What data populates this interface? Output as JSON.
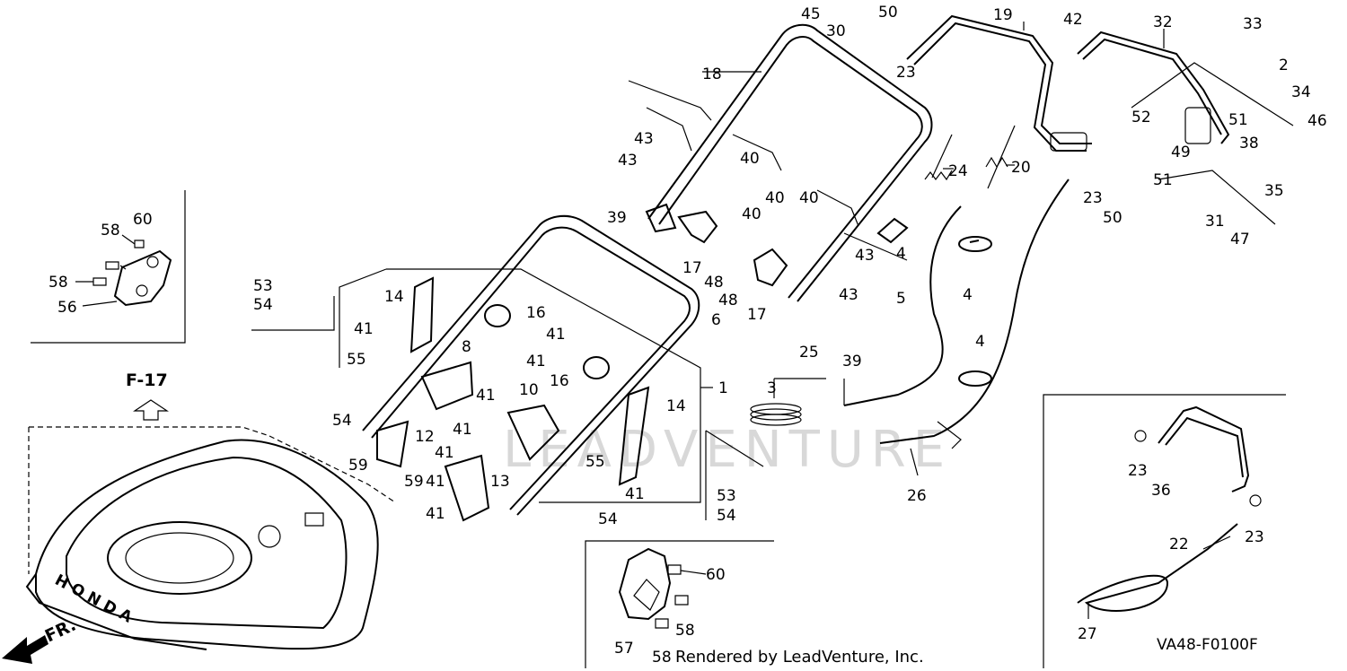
{
  "diagram": {
    "code": "VA48-F0100F",
    "credit": "Rendered by LeadVenture, Inc.",
    "ref_label": "F-17",
    "direction_label": "FR.",
    "brand_mark": "HONDA",
    "watermark": "LEADVENTURE"
  },
  "callouts": [
    {
      "id": "c45",
      "text": "45"
    },
    {
      "id": "c30",
      "text": "30"
    },
    {
      "id": "c50a",
      "text": "50"
    },
    {
      "id": "c23a",
      "text": "23"
    },
    {
      "id": "c19",
      "text": "19"
    },
    {
      "id": "c42",
      "text": "42"
    },
    {
      "id": "c32",
      "text": "32"
    },
    {
      "id": "c33",
      "text": "33"
    },
    {
      "id": "c2",
      "text": "2"
    },
    {
      "id": "c34",
      "text": "34"
    },
    {
      "id": "c52",
      "text": "52"
    },
    {
      "id": "c51a",
      "text": "51"
    },
    {
      "id": "c46",
      "text": "46"
    },
    {
      "id": "c49",
      "text": "49"
    },
    {
      "id": "c38",
      "text": "38"
    },
    {
      "id": "c35",
      "text": "35"
    },
    {
      "id": "c51b",
      "text": "51"
    },
    {
      "id": "c31",
      "text": "31"
    },
    {
      "id": "c47",
      "text": "47"
    },
    {
      "id": "c23b",
      "text": "23"
    },
    {
      "id": "c50b",
      "text": "50"
    },
    {
      "id": "c18",
      "text": "18"
    },
    {
      "id": "c43a",
      "text": "43"
    },
    {
      "id": "c43b",
      "text": "43"
    },
    {
      "id": "c40a",
      "text": "40"
    },
    {
      "id": "c40b",
      "text": "40"
    },
    {
      "id": "c40c",
      "text": "40"
    },
    {
      "id": "c40d",
      "text": "40"
    },
    {
      "id": "c24",
      "text": "24"
    },
    {
      "id": "c20",
      "text": "20"
    },
    {
      "id": "c39a",
      "text": "39"
    },
    {
      "id": "c39b",
      "text": "39"
    },
    {
      "id": "c17a",
      "text": "17"
    },
    {
      "id": "c48a",
      "text": "48"
    },
    {
      "id": "c48b",
      "text": "48"
    },
    {
      "id": "c17b",
      "text": "17"
    },
    {
      "id": "c43c",
      "text": "43"
    },
    {
      "id": "c43d",
      "text": "43"
    },
    {
      "id": "c4a",
      "text": "4"
    },
    {
      "id": "c5",
      "text": "5"
    },
    {
      "id": "c4b",
      "text": "4"
    },
    {
      "id": "c4c",
      "text": "4"
    },
    {
      "id": "c25",
      "text": "25"
    },
    {
      "id": "c3",
      "text": "3"
    },
    {
      "id": "c26",
      "text": "26"
    },
    {
      "id": "c58a",
      "text": "58"
    },
    {
      "id": "c60a",
      "text": "60"
    },
    {
      "id": "c58b",
      "text": "58"
    },
    {
      "id": "c56",
      "text": "56"
    },
    {
      "id": "c53a",
      "text": "53"
    },
    {
      "id": "c54a",
      "text": "54"
    },
    {
      "id": "c14a",
      "text": "14"
    },
    {
      "id": "c16a",
      "text": "16"
    },
    {
      "id": "c41a",
      "text": "41"
    },
    {
      "id": "c41b",
      "text": "41"
    },
    {
      "id": "c6",
      "text": "6"
    },
    {
      "id": "c55a",
      "text": "55"
    },
    {
      "id": "c8",
      "text": "8"
    },
    {
      "id": "c41c",
      "text": "41"
    },
    {
      "id": "c16b",
      "text": "16"
    },
    {
      "id": "c1",
      "text": "1"
    },
    {
      "id": "c10",
      "text": "10"
    },
    {
      "id": "c41d",
      "text": "41"
    },
    {
      "id": "c14b",
      "text": "14"
    },
    {
      "id": "c54b",
      "text": "54"
    },
    {
      "id": "c41e",
      "text": "41"
    },
    {
      "id": "c12",
      "text": "12"
    },
    {
      "id": "c41f",
      "text": "41"
    },
    {
      "id": "c59a",
      "text": "59"
    },
    {
      "id": "c59b",
      "text": "59"
    },
    {
      "id": "c41g",
      "text": "41"
    },
    {
      "id": "c13",
      "text": "13"
    },
    {
      "id": "c41h",
      "text": "41"
    },
    {
      "id": "c55b",
      "text": "55"
    },
    {
      "id": "c41i",
      "text": "41"
    },
    {
      "id": "c54c",
      "text": "54"
    },
    {
      "id": "c53b",
      "text": "53"
    },
    {
      "id": "c54d",
      "text": "54"
    },
    {
      "id": "c60b",
      "text": "60"
    },
    {
      "id": "c58c",
      "text": "58"
    },
    {
      "id": "c57",
      "text": "57"
    },
    {
      "id": "c58d",
      "text": "58"
    },
    {
      "id": "c23c",
      "text": "23"
    },
    {
      "id": "c36",
      "text": "36"
    },
    {
      "id": "c23d",
      "text": "23"
    },
    {
      "id": "c22",
      "text": "22"
    },
    {
      "id": "c27",
      "text": "27"
    }
  ]
}
